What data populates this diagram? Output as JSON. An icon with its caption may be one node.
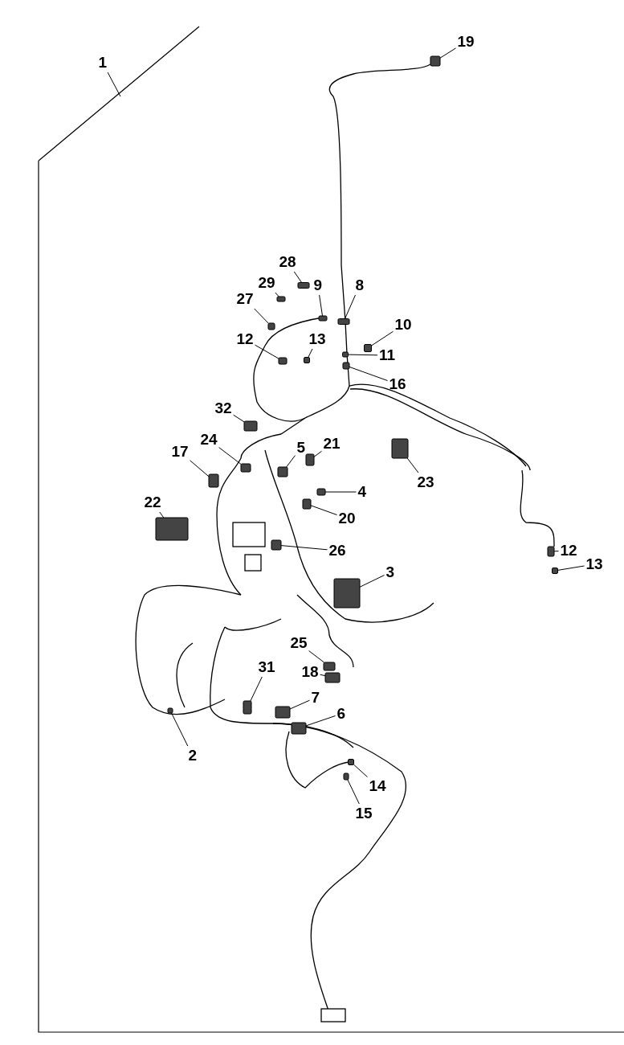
{
  "diagram": {
    "nodes": [
      {
        "text": [
          "1"
        ]
      },
      {
        "text": [
          "19"
        ]
      },
      {
        "text": [
          "28"
        ]
      },
      {
        "text": [
          "29"
        ]
      },
      {
        "text": [
          "9"
        ]
      },
      {
        "text": [
          "8"
        ]
      },
      {
        "text": [
          "27"
        ]
      },
      {
        "text": [
          "10"
        ]
      },
      {
        "text": [
          "12"
        ]
      },
      {
        "text": [
          "13"
        ]
      },
      {
        "text": [
          "11"
        ]
      },
      {
        "text": [
          "16"
        ]
      },
      {
        "text": [
          "32"
        ]
      },
      {
        "text": [
          "21"
        ]
      },
      {
        "text": [
          "5"
        ]
      },
      {
        "text": [
          "17"
        ]
      },
      {
        "text": [
          "24"
        ]
      },
      {
        "text": [
          "23"
        ]
      },
      {
        "text": [
          "4"
        ]
      },
      {
        "text": [
          "22"
        ]
      },
      {
        "text": [
          "20"
        ]
      },
      {
        "text": [
          "26"
        ]
      },
      {
        "text": [
          "12"
        ]
      },
      {
        "text": [
          "13"
        ]
      },
      {
        "text": [
          "3"
        ]
      },
      {
        "text": [
          "25"
        ]
      },
      {
        "text": [
          "18"
        ]
      },
      {
        "text": [
          "31"
        ]
      },
      {
        "text": [
          "7"
        ]
      },
      {
        "text": [
          "6"
        ]
      },
      {
        "text": [
          "2"
        ]
      },
      {
        "text": [
          "14"
        ]
      },
      {
        "text": [
          "15"
        ]
      },
      {
        "text": [],
        "shape": "box"
      },
      {
        "text": [],
        "shape": "box"
      },
      {
        "text": [],
        "shape": "box"
      },
      {
        "text": [],
        "shape": "box"
      },
      {
        "text": [],
        "shape": "box"
      },
      {
        "text": [],
        "shape": "box"
      },
      {
        "text": [],
        "shape": "box"
      },
      {
        "text": [],
        "shape": "box"
      },
      {
        "text": [],
        "shape": "box"
      },
      {
        "text": [],
        "shape": "box"
      },
      {
        "text": [],
        "shape": "box"
      },
      {
        "text": [],
        "shape": "box"
      },
      {
        "text": [],
        "shape": "box"
      },
      {
        "text": [],
        "shape": "box"
      },
      {
        "text": [],
        "shape": "box"
      },
      {
        "text": [],
        "shape": "box"
      },
      {
        "text": [],
        "shape": "box"
      },
      {
        "text": [],
        "shape": "box"
      },
      {
        "text": [],
        "shape": "box"
      },
      {
        "text": [],
        "shape": "box"
      },
      {
        "text": [],
        "shape": "box"
      },
      {
        "text": [],
        "shape": "box"
      },
      {
        "text": [],
        "shape": "box"
      },
      {
        "text": [],
        "shape": "box"
      },
      {
        "text": [],
        "shape": "box"
      },
      {
        "text": [],
        "shape": "box"
      },
      {
        "text": [],
        "shape": "box"
      },
      {
        "text": [],
        "shape": "box"
      },
      {
        "text": [],
        "shape": "box"
      },
      {
        "text": [],
        "shape": "box"
      },
      {
        "text": [],
        "shape": "box"
      },
      {
        "text": [],
        "shape": "box"
      }
    ],
    "edges": [
      {
        "from": 0,
        "to": null,
        "arrow": "none"
      },
      {
        "from": 1,
        "to": 33,
        "arrow": "none"
      },
      {
        "from": 2,
        "to": 34,
        "arrow": "none"
      },
      {
        "from": 3,
        "to": 35,
        "arrow": "none"
      },
      {
        "from": 4,
        "to": 36,
        "arrow": "none"
      },
      {
        "from": 5,
        "to": 37,
        "arrow": "none"
      },
      {
        "from": 6,
        "to": 38,
        "arrow": "none"
      },
      {
        "from": 7,
        "to": 39,
        "arrow": "none"
      },
      {
        "from": 8,
        "to": 40,
        "arrow": "none"
      },
      {
        "from": 9,
        "to": 41,
        "arrow": "none"
      },
      {
        "from": 10,
        "to": 42,
        "arrow": "none"
      },
      {
        "from": 11,
        "to": 43,
        "arrow": "none"
      },
      {
        "from": 12,
        "to": 44,
        "arrow": "none"
      },
      {
        "from": 13,
        "to": 45,
        "arrow": "none"
      },
      {
        "from": 14,
        "to": 46,
        "arrow": "none"
      },
      {
        "from": 15,
        "to": 47,
        "arrow": "none"
      },
      {
        "from": 16,
        "to": 48,
        "arrow": "none"
      },
      {
        "from": 17,
        "to": 49,
        "arrow": "none"
      },
      {
        "from": 18,
        "to": 50,
        "arrow": "none"
      },
      {
        "from": 19,
        "to": 51,
        "arrow": "none"
      },
      {
        "from": 20,
        "to": 52,
        "arrow": "none"
      },
      {
        "from": 21,
        "to": 53,
        "arrow": "none"
      },
      {
        "from": 22,
        "to": 54,
        "arrow": "none"
      },
      {
        "from": 23,
        "to": 55,
        "arrow": "none"
      },
      {
        "from": 24,
        "to": 56,
        "arrow": "none"
      },
      {
        "from": 25,
        "to": 57,
        "arrow": "none"
      },
      {
        "from": 26,
        "to": 58,
        "arrow": "none"
      },
      {
        "from": 27,
        "to": 59,
        "arrow": "none"
      },
      {
        "from": 28,
        "to": 60,
        "arrow": "none"
      },
      {
        "from": 29,
        "to": 61,
        "arrow": "none"
      },
      {
        "from": 30,
        "to": 62,
        "arrow": "none"
      },
      {
        "from": 31,
        "to": 63,
        "arrow": "none"
      },
      {
        "from": 32,
        "to": 64,
        "arrow": "none"
      }
    ]
  }
}
